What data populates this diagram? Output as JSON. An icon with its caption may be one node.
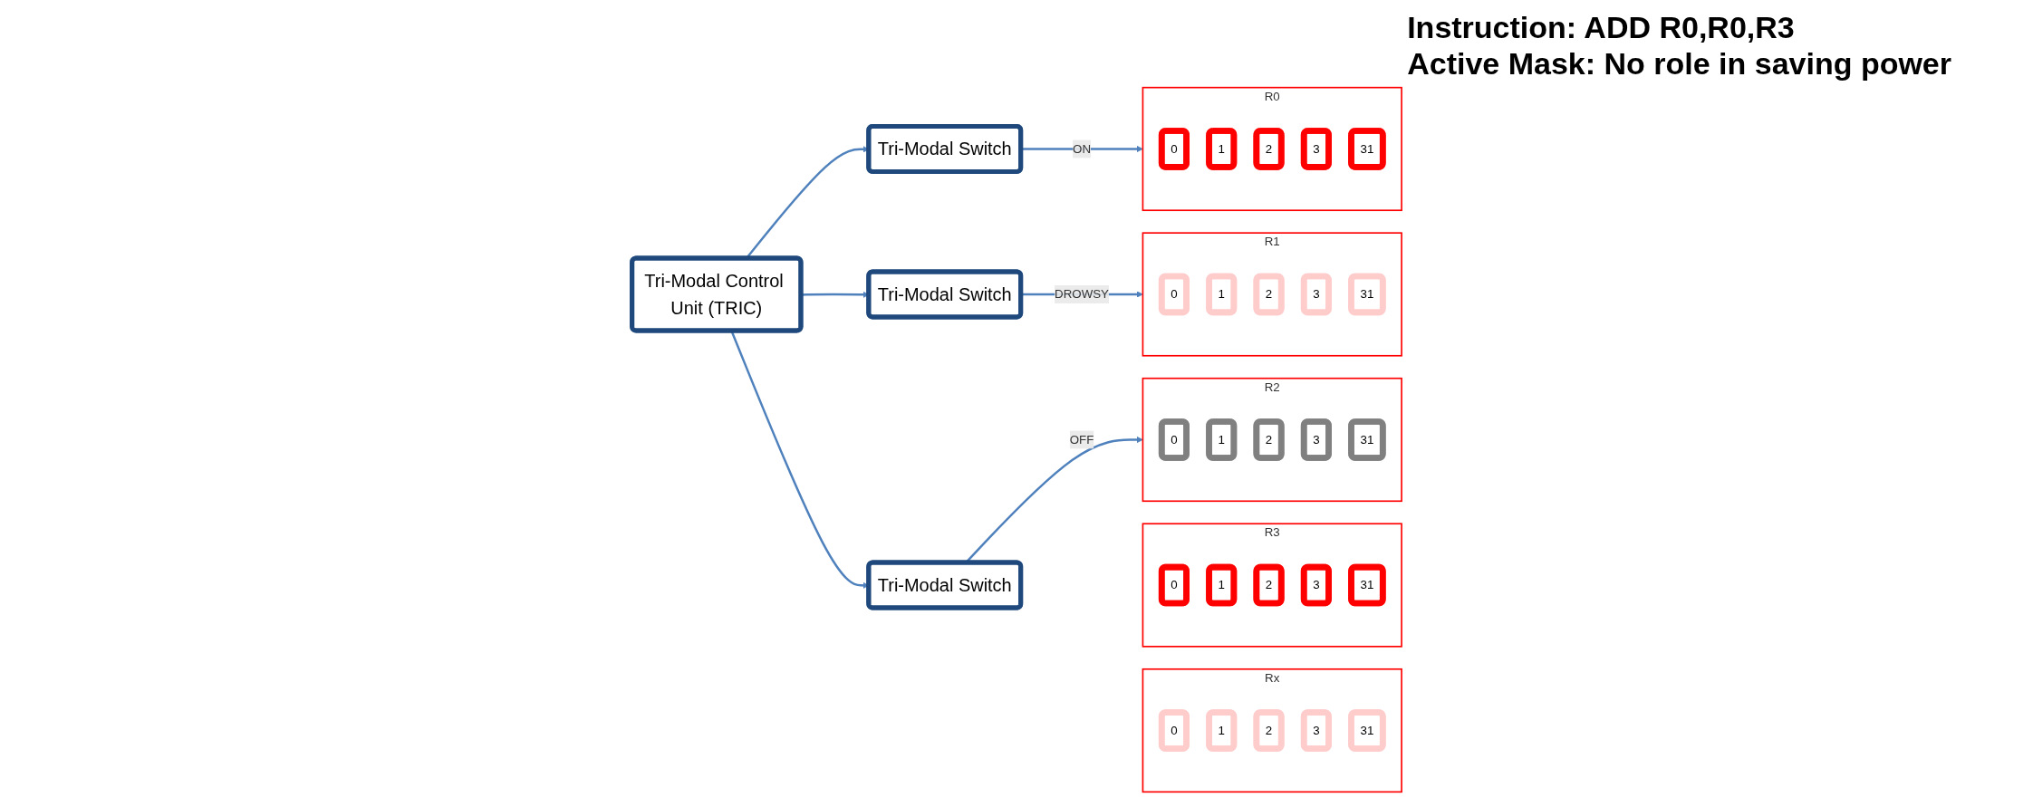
{
  "diagram": {
    "nodes": [
      {
        "text": [
          "Tri-Modal Control Unit (TRIC)"
        ]
      },
      {
        "text": [
          "Tri-Modal Switch"
        ]
      },
      {
        "text": [
          "Tri-Modal Switch"
        ]
      },
      {
        "text": [
          "Tri-Modal Switch"
        ]
      },
      {
        "text": [
          "R0"
        ]
      },
      {
        "text": [
          "0"
        ],
        "in": 4
      },
      {
        "text": [
          "1"
        ],
        "in": 4
      },
      {
        "text": [
          "2"
        ],
        "in": 4
      },
      {
        "text": [
          "3"
        ],
        "in": 4
      },
      {
        "text": [
          "31"
        ],
        "in": 4
      },
      {
        "text": [
          "R1"
        ]
      },
      {
        "text": [
          "0"
        ],
        "in": 10
      },
      {
        "text": [
          "1"
        ],
        "in": 10
      },
      {
        "text": [
          "2"
        ],
        "in": 10
      },
      {
        "text": [
          "3"
        ],
        "in": 10
      },
      {
        "text": [
          "31"
        ],
        "in": 10
      },
      {
        "text": [
          "R2"
        ]
      },
      {
        "text": [
          "0"
        ],
        "in": 16
      },
      {
        "text": [
          "1"
        ],
        "in": 16
      },
      {
        "text": [
          "2"
        ],
        "in": 16
      },
      {
        "text": [
          "3"
        ],
        "in": 16
      },
      {
        "text": [
          "31"
        ],
        "in": 16
      },
      {
        "text": [
          "R3"
        ]
      },
      {
        "text": [
          "0"
        ],
        "in": 22
      },
      {
        "text": [
          "1"
        ],
        "in": 22
      },
      {
        "text": [
          "2"
        ],
        "in": 22
      },
      {
        "text": [
          "3"
        ],
        "in": 22
      },
      {
        "text": [
          "31"
        ],
        "in": 22
      },
      {
        "text": [
          "Rx"
        ]
      },
      {
        "text": [
          "0"
        ],
        "in": 28
      },
      {
        "text": [
          "1"
        ],
        "in": 28
      },
      {
        "text": [
          "2"
        ],
        "in": 28
      },
      {
        "text": [
          "3"
        ],
        "in": 28
      },
      {
        "text": [
          "31"
        ],
        "in": 28
      }
    ],
    "edges": [
      {
        "from": 0,
        "to": 1,
        "arrow": "to"
      },
      {
        "from": 0,
        "to": 2,
        "arrow": "to"
      },
      {
        "from": 0,
        "to": 3,
        "arrow": "to"
      },
      {
        "from": 1,
        "to": 4,
        "arrow": "to",
        "label": "ON"
      },
      {
        "from": 2,
        "to": 10,
        "arrow": "to",
        "label": "DROWSY"
      },
      {
        "from": 3,
        "to": 16,
        "arrow": "to",
        "label": "OFF"
      }
    ],
    "labels": [
      "Instruction: ADD R0,R0,R3",
      "Active Mask: No role in saving power"
    ]
  }
}
